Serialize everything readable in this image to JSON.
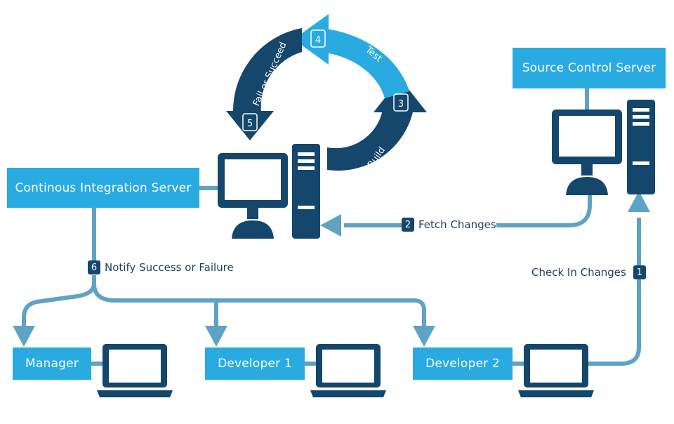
{
  "nodes": {
    "ci_server": "Continous Integration Server",
    "source_control": "Source Control Server",
    "manager": "Manager",
    "developer1": "Developer 1",
    "developer2": "Developer 2"
  },
  "steps": {
    "check_in": {
      "num": "1",
      "label": "Check In Changes"
    },
    "fetch": {
      "num": "2",
      "label": "Fetch Changes"
    },
    "build": {
      "num": "3",
      "label": "Build"
    },
    "test": {
      "num": "4",
      "label": "Test"
    },
    "fail_succeed": {
      "num": "5",
      "label": "Fail or Succeed"
    },
    "notify": {
      "num": "6",
      "label": "Notify Success or Failure"
    }
  },
  "colors": {
    "light": "#29abe2",
    "dark": "#15466b",
    "line": "#5fa3c4"
  }
}
